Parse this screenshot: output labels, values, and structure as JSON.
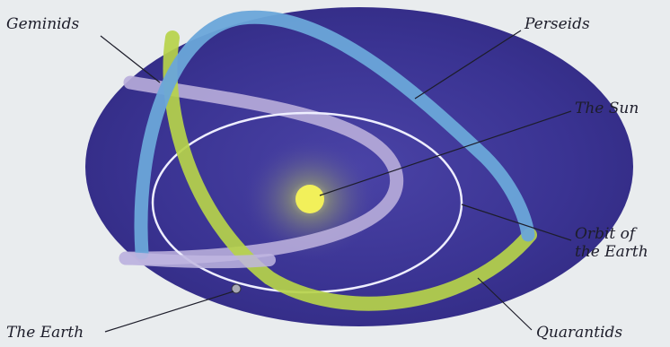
{
  "labels": {
    "geminids": "Geminids",
    "perseids": "Perseids",
    "sun": "The Sun",
    "orbit_line1": "Orbit of",
    "orbit_line2": "the Earth",
    "earth": "The Earth",
    "quarantids": "Quarantids"
  },
  "colors": {
    "background": "#e9ecee",
    "space": "#3d3694",
    "perseids_stream": "#6aa6d9",
    "geminids_stream": "#b8adda",
    "quarantids_stream": "#b6d24a",
    "sun": "#f2f05a",
    "orbit": "#eeeeff"
  }
}
